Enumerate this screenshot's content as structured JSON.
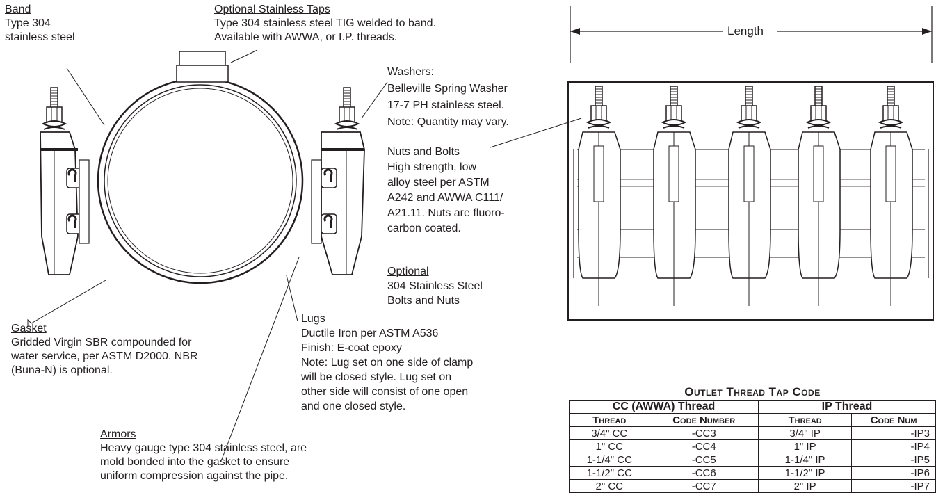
{
  "labels": {
    "band": {
      "title": "Band",
      "lines": [
        "Type 304",
        "stainless steel"
      ]
    },
    "taps": {
      "title": "Optional Stainless Taps",
      "lines": [
        "Type 304 stainless steel TIG welded to band.",
        "Available with AWWA, or I.P. threads."
      ]
    },
    "washers": {
      "title": "Washers:",
      "lines": [
        "Belleville Spring Washer",
        "17-7 PH stainless steel.",
        "Note: Quantity may vary."
      ]
    },
    "nuts": {
      "title": "Nuts and Bolts",
      "lines": [
        "High strength, low",
        "alloy steel per ASTM",
        "A242 and AWWA C111/",
        "A21.11. Nuts are fluoro-",
        "carbon coated."
      ]
    },
    "optional": {
      "title": "Optional",
      "lines": [
        "304 Stainless Steel",
        "Bolts and Nuts"
      ]
    },
    "gasket": {
      "title": "Gasket",
      "lines": [
        "Gridded Virgin SBR compounded for",
        "water service, per ASTM D2000.  NBR",
        "(Buna-N) is optional."
      ]
    },
    "lugs": {
      "title": "Lugs",
      "lines": [
        "Ductile Iron per ASTM A536",
        "Finish: E-coat epoxy",
        "Note:  Lug set on one side of clamp",
        "will be closed style. Lug set on",
        "other side will consist of one open",
        "and one closed style."
      ]
    },
    "armors": {
      "title": "Armors",
      "lines": [
        "Heavy gauge type 304 stainless steel, are",
        "mold bonded into the gasket to ensure",
        "uniform compression against the pipe."
      ]
    }
  },
  "length_label": "Length",
  "table": {
    "title": "Outlet Thread Tap Code",
    "groups": [
      "CC (AWWA) Thread",
      "IP Thread"
    ],
    "headers": [
      "Thread",
      "Code Number",
      "Thread",
      "Code Num"
    ],
    "rows": [
      [
        "3/4\" CC",
        "-CC3",
        "3/4\" IP",
        "-IP3"
      ],
      [
        "1\" CC",
        "-CC4",
        "1\" IP",
        "-IP4"
      ],
      [
        "1-1/4\" CC",
        "-CC5",
        "1-1/4\" IP",
        "-IP5"
      ],
      [
        "1-1/2\" CC",
        "-CC6",
        "1-1/2\" IP",
        "-IP6"
      ],
      [
        "2\" CC",
        "-CC7",
        "2\" IP",
        "-IP7"
      ]
    ]
  }
}
